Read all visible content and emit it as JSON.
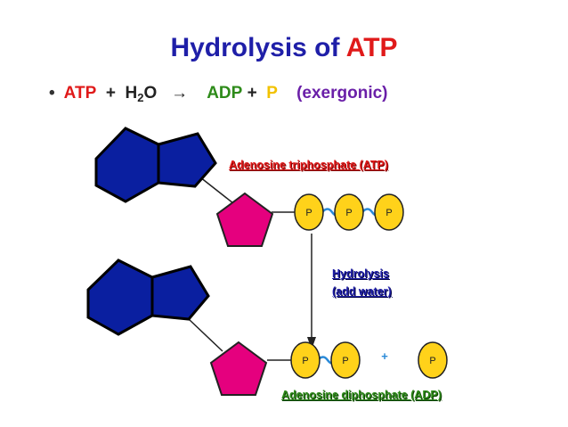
{
  "title": {
    "part1": "Hydrolysis of",
    "part2": "ATP"
  },
  "equation": {
    "bullet": "•",
    "atp": "ATP",
    "plus1": "+",
    "water_h": "H",
    "water_sub": "2",
    "water_o": "O",
    "arrow": "→",
    "adp": "ADP",
    "plus2": "+",
    "p": "P",
    "note": "(exergonic)"
  },
  "labels": {
    "atp": "Adenosine triphosphate (ATP)",
    "hydrolysis_line1": "Hydrolysis",
    "hydrolysis_line2": "(add water)",
    "adp": "Adenosine diphosphate (ADP)"
  },
  "phosphate": {
    "letter": "P",
    "plus": "+"
  },
  "colors": {
    "title_blue": "#1f1fa8",
    "atp_red": "#e01a1a",
    "adp_green": "#2e8b1a",
    "phosphate_yellow": "#ffd21a",
    "sugar_magenta": "#e5007e",
    "base_navy": "#0a1fa0",
    "bond_blue": "#2a8ad8"
  }
}
